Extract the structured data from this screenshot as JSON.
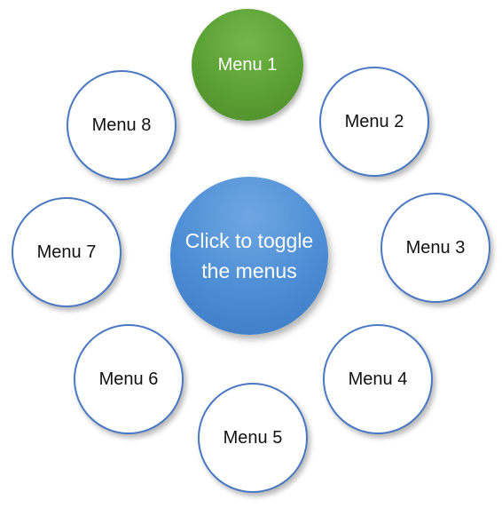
{
  "center_button": {
    "label": "Click to toggle the menus"
  },
  "menus": [
    {
      "label": "Menu 1",
      "active": true
    },
    {
      "label": "Menu 2",
      "active": false
    },
    {
      "label": "Menu 3",
      "active": false
    },
    {
      "label": "Menu 4",
      "active": false
    },
    {
      "label": "Menu 5",
      "active": false
    },
    {
      "label": "Menu 6",
      "active": false
    },
    {
      "label": "Menu 7",
      "active": false
    },
    {
      "label": "Menu 8",
      "active": false
    }
  ],
  "colors": {
    "active_menu": "#5aa033",
    "center_button": "#4f8fd6",
    "menu_border": "#4a78c2"
  }
}
